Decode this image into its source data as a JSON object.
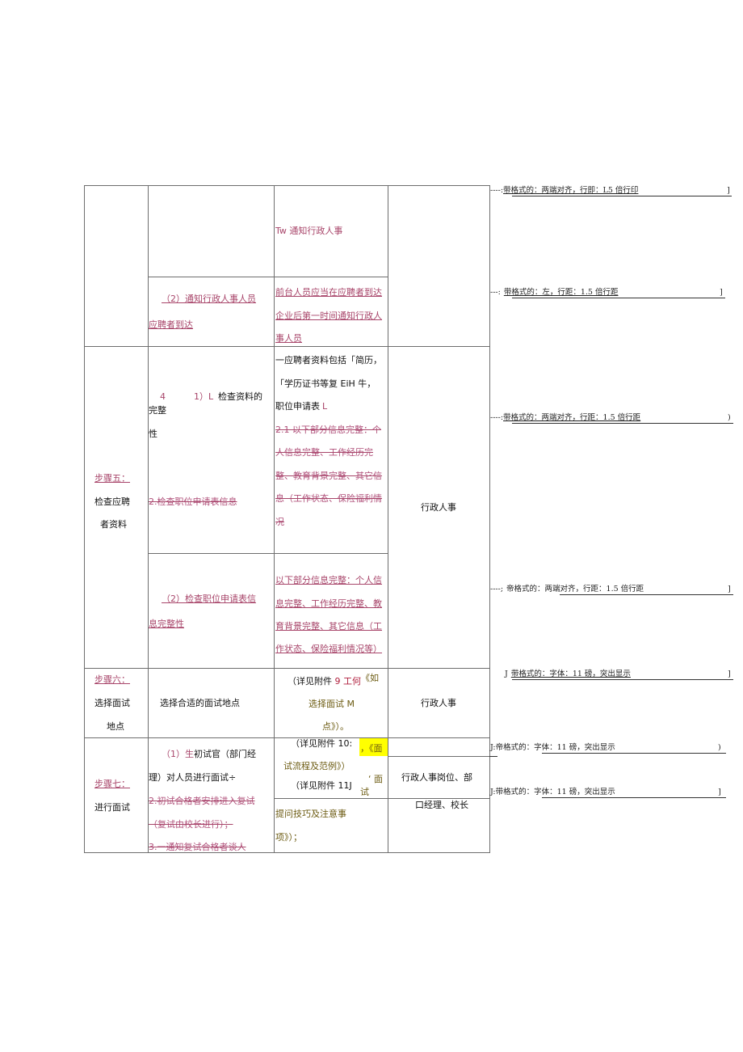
{
  "table": {
    "row_notify": {
      "col3_top": "Tw 通知行政人事",
      "col2_sub2": [
        "（2）通知行政人事人员",
        "应聘者到达"
      ],
      "col3_sub2": [
        "前台人员应当在应聘者到达",
        "企业后第一时间通知行政人",
        "事人员"
      ]
    },
    "row_step5": {
      "step_label": "步骤五：",
      "step_name": [
        "检查应聘",
        "者资料"
      ],
      "sub1_prefix": "4",
      "sub1_num": "1）L",
      "sub1_text": "检查资料的",
      "sub1_text2": "完整",
      "sub1_text3": "性",
      "sub1_deleted": "2.检查职位申请表信息",
      "sub1_desc": [
        "一应聘者资料包括「简历，",
        "「学历证书等复 EiH 牛，",
        "职位申请表"
      ],
      "sub1_desc_mark": "L",
      "sub1_desc_deleted": [
        "2.1 以下部分信息完整：个",
        "人信息完整、工作经历完",
        "整、教育背景完整、其它信",
        "息（工作状态、保险福利情",
        "况"
      ],
      "owner": "行政人事",
      "sub2_title": [
        "（2）检查职位申请表信",
        "息完整性"
      ],
      "sub2_desc": [
        "以下部分信息完整：个人信",
        "息完整、工作经历完整、教",
        "育背景完整、其它信息（工",
        "作状态、保险福利情况等）"
      ]
    },
    "row_step6": {
      "step_label": "步骤六：",
      "step_name": [
        "选择面试",
        "地点"
      ],
      "action": "选择合适的面试地点",
      "desc_a": "（详见附件",
      "desc_num": "9",
      "desc_b": "工何",
      "desc_c": "《如",
      "desc_d": "选择面试 M",
      "desc_e": "点》）。",
      "owner": "行政人事"
    },
    "row_step7": {
      "step_label": "步骤七：",
      "step_name": "进行面试",
      "action_num": "（1）",
      "action_mark": "生",
      "action_text": "初试官（部门经",
      "action_text2": "理）对人员进行面试÷",
      "action_deleted": [
        "2.初试合格者安排进入复试",
        "（复试由校长进行）；",
        "3.一通知复试合格者谈人"
      ],
      "desc_a": "（详见附件 10:",
      "desc_hl": "，《面",
      "desc_b": "试流程及范例》）",
      "desc_c": "（详见附件 11J",
      "desc_d": "‘  面",
      "desc_e": "试",
      "desc_f": "提问技巧及注意事",
      "desc_g": "项》）；",
      "owner": [
        "行政人事岗位、部",
        "口经理、校长"
      ]
    }
  },
  "revision_notes": [
    {
      "prefix": "----:",
      "text": "带格式的：两端对齐，行即：L5 倍行印",
      "end": "]"
    },
    {
      "prefix": "---:",
      "text": "带格式的：左，行距：1.5 倍行距",
      "end": "]"
    },
    {
      "prefix": "----:",
      "text": "带格式的：两端对齐，行距：1.5 倍行距",
      "end": ")"
    },
    {
      "prefix": "----;",
      "text": "帝格式的：两端对齐，行距：1.5 倍行距",
      "end": "]"
    },
    {
      "prefix": "J",
      "text": "带格式的：字体：11 磅，突出显示",
      "end": "]"
    },
    {
      "prefix": "J:",
      "text": "帝格式的：字体：11 磅，突出显示",
      "end": ")"
    },
    {
      "prefix": "J:",
      "text": "带格式的：字体：11 磅，突出显示",
      "end": "]"
    }
  ],
  "colors": {
    "revision_red": "#a8456a",
    "highlight": "#ffff00",
    "border": "#6e6e6e",
    "olive_text": "#6b5a10"
  }
}
